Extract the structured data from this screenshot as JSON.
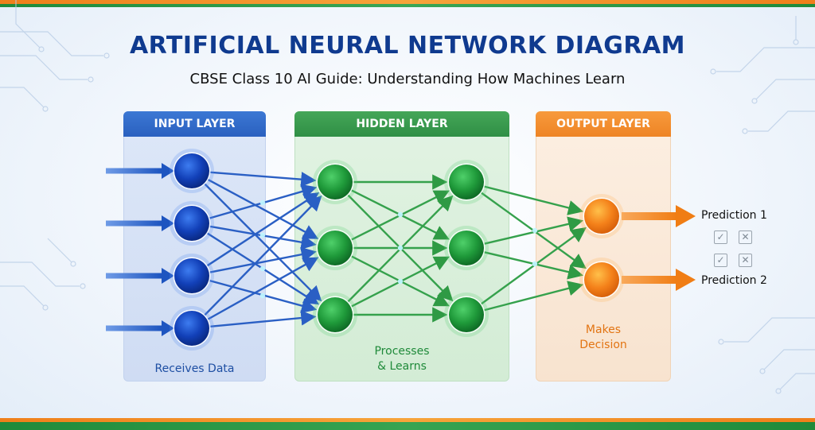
{
  "title": "ARTIFICIAL NEURAL NETWORK DIAGRAM",
  "subtitle": "CBSE Class 10 AI Guide: Understanding How Machines Learn",
  "layers": {
    "input": {
      "header": "INPUT LAYER",
      "caption": "Receives Data",
      "neurons": 4
    },
    "hidden": {
      "header": "HIDDEN LAYER",
      "caption_line1": "Processes",
      "caption_line2": "& Learns",
      "columns": 2,
      "neurons_per_column": 3
    },
    "output": {
      "header": "OUTPUT LAYER",
      "caption_line1": "Makes",
      "caption_line2": "Decision",
      "neurons": 2
    }
  },
  "predictions": [
    "Prediction 1",
    "Prediction 2"
  ],
  "icons": {
    "check": "check-box-icon",
    "cross": "x-box-icon"
  },
  "colors": {
    "input": "#1e4fa3",
    "hidden": "#2f9a44",
    "output": "#f07d14",
    "title": "#0f3a8f"
  }
}
